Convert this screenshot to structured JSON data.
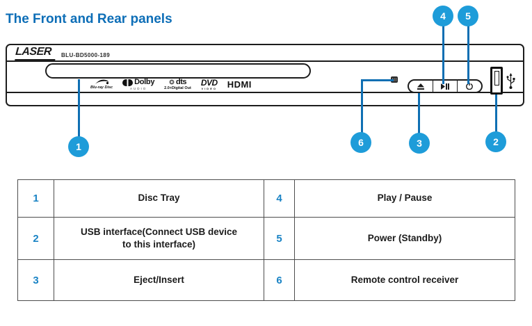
{
  "page": {
    "title": "The Front and Rear panels"
  },
  "device": {
    "brand": "LASER",
    "model": "BLU-BD5000-189",
    "logos": {
      "bluray": {
        "label": "Blu-ray Disc"
      },
      "dolby": {
        "label": "Dolby",
        "sub": "AUDIO"
      },
      "dts": {
        "label": "dts",
        "sub": "2.0+Digital Out"
      },
      "dvd": {
        "label": "DVD",
        "sub": "VIDEO"
      },
      "hdmi": {
        "label": "HDMI"
      }
    }
  },
  "callouts": [
    "1",
    "2",
    "3",
    "4",
    "5",
    "6"
  ],
  "table": {
    "rows": [
      {
        "n1": "1",
        "l1": "Disc Tray",
        "n2": "4",
        "l2": "Play / Pause"
      },
      {
        "n1": "2",
        "l1": "USB interface(Connect USB device to this interface)",
        "n2": "5",
        "l2": "Power (Standby)"
      },
      {
        "n1": "3",
        "l1": "Eject/Insert",
        "n2": "6",
        "l2": "Remote control receiver"
      }
    ]
  },
  "colors": {
    "title_blue": "#0d6eb7",
    "callout_circle_blue": "#1e9cd9",
    "callout_line_blue": "#0f6fb3",
    "table_number_blue": "#1b84c5",
    "device_outline": "#1c1c1c"
  }
}
